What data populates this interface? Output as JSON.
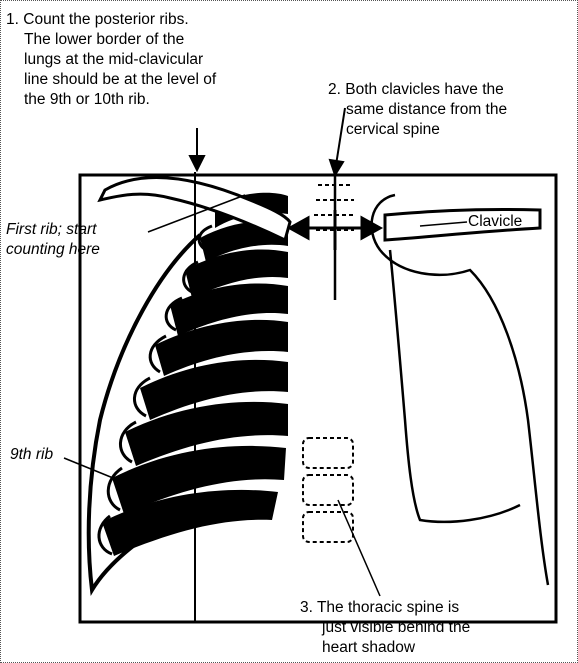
{
  "annotations": {
    "note1": {
      "number": "1.",
      "lines": [
        "Count the posterior ribs.",
        "The lower border of the",
        "lungs at the mid-clavicular",
        "line should be at the level of",
        "the 9th or 10th rib."
      ]
    },
    "note2": {
      "number": "2.",
      "lines": [
        "Both clavicles have the",
        "same distance from the",
        "cervical spine"
      ]
    },
    "note3": {
      "number": "3.",
      "lines": [
        "The thoracic spine is",
        "just visible behind the",
        "heart shadow"
      ]
    },
    "first_rib": [
      "First rib; start",
      "counting here"
    ],
    "ninth_rib": "9th rib",
    "clavicle": "Clavicle"
  },
  "colors": {
    "ink": "#000000",
    "background": "#ffffff",
    "frame": "#555555"
  }
}
